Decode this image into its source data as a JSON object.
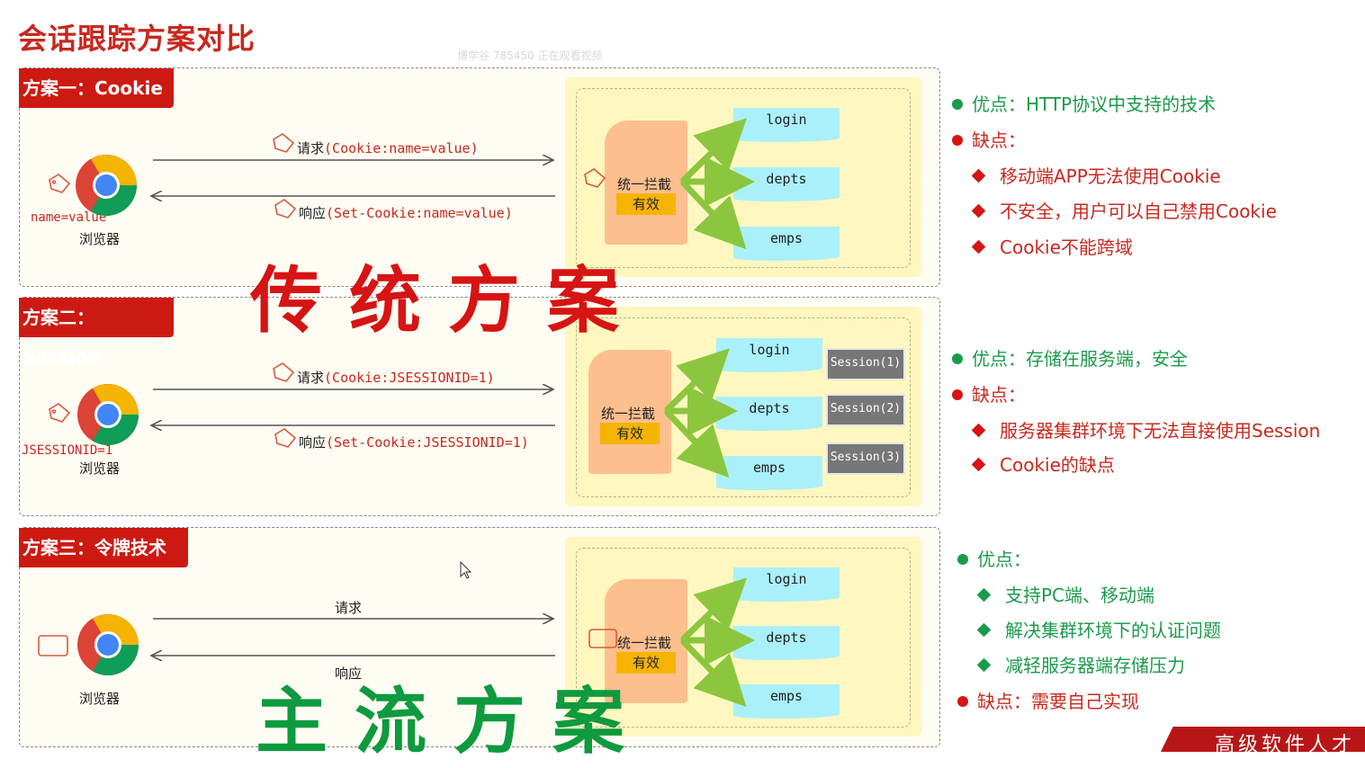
{
  "title": "会话跟踪方案对比",
  "watermark": "博学谷 785450 正在观看视频",
  "common": {
    "browser": "浏览器",
    "filter": "统一拦截",
    "valid": "有效",
    "endpoints": [
      "login",
      "depts",
      "emps"
    ]
  },
  "schemes": [
    {
      "badge": "方案一：Cookie",
      "request_label": "请求",
      "request_code": "(Cookie:name=value)",
      "response_label": "响应",
      "response_code": "(Set-Cookie:name=value)",
      "client_value": "name=value"
    },
    {
      "badge": "方案二：Session",
      "request_label": "请求",
      "request_code": "(Cookie:JSESSIONID=1)",
      "response_label": "响应",
      "response_code": "(Set-Cookie:JSESSIONID=1)",
      "client_value": "JSESSIONID=1",
      "sessions": [
        "Session(1)",
        "Session(2)",
        "Session(3)"
      ]
    },
    {
      "badge": "方案三：令牌技术",
      "request_label": "请求",
      "response_label": "响应"
    }
  ],
  "overlays": {
    "traditional": "传统方案",
    "mainstream": "主流方案"
  },
  "notes": {
    "s1": {
      "pro": "优点：HTTP协议中支持的技术",
      "con": "缺点：",
      "cons": [
        "移动端APP无法使用Cookie",
        "不安全，用户可以自己禁用Cookie",
        "Cookie不能跨域"
      ]
    },
    "s2": {
      "pro": "优点：存储在服务端，安全",
      "con": "缺点：",
      "cons": [
        "服务器集群环境下无法直接使用Session",
        "Cookie的缺点"
      ]
    },
    "s3": {
      "pro": "优点：",
      "pros": [
        "支持PC端、移动端",
        "解决集群环境下的认证问题",
        "减轻服务器端存储压力"
      ],
      "con": "缺点：需要自己实现"
    }
  },
  "corner_text": "高级软件人才",
  "colors": {
    "accent_red": "#cc1a12",
    "pro_green": "#1a9b4b",
    "con_red": "#d61414",
    "endpoint_cyan": "#aaf0fb"
  }
}
